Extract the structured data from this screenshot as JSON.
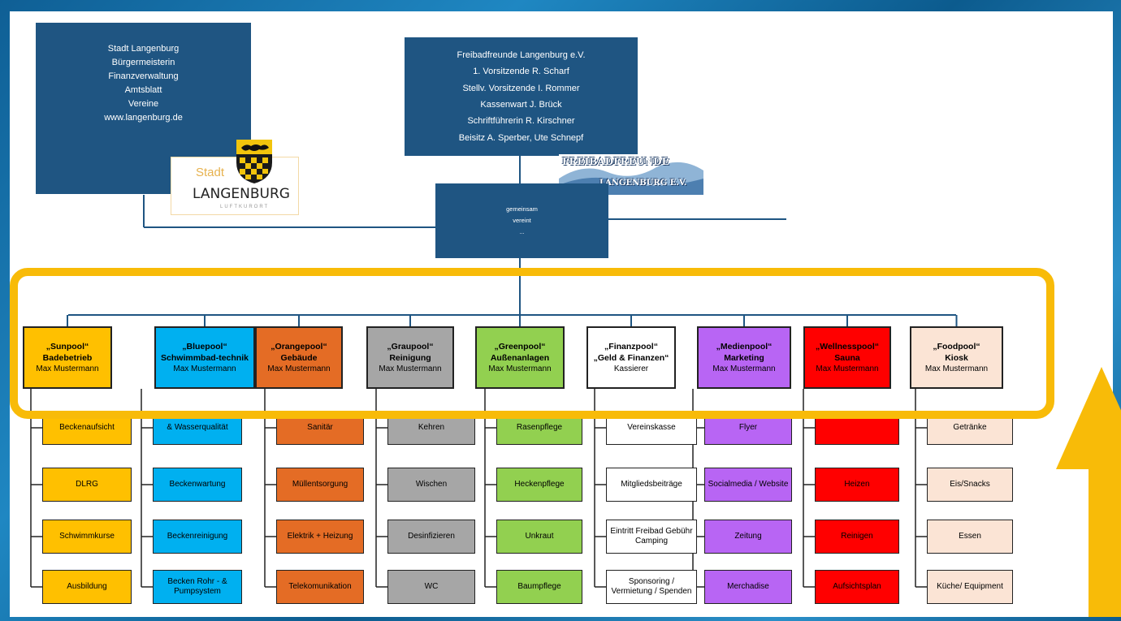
{
  "colors": {
    "canvas": "#ffffff",
    "top_box": "#1f5582",
    "highlight": "#f8bb08",
    "line": "#1f5582"
  },
  "city_box": {
    "lines": [
      "Stadt Langenburg",
      "Bürgermeisterin",
      "Finanzverwaltung",
      "Amtsblatt",
      "Vereine",
      "www.langenburg.de"
    ]
  },
  "city_logo": {
    "word1": "Stadt",
    "word2": "LANGENBURG",
    "word3": "LUFTKURORT"
  },
  "club_box": {
    "lines": [
      "Freibadfreunde Langenburg e.V.",
      "1. Vorsitzende R. Scharf",
      "Stellv. Vorsitzende I. Rommer",
      "Kassenwart J. Brück",
      "Schriftführerin R. Kirschner",
      "Beisitz A. Sperber, Ute Schnepf"
    ]
  },
  "club_logo": {
    "line1": "FREIBADFREUNDE",
    "line2": "LANGENBURG E.V."
  },
  "center_box": {
    "lines": [
      "gemeinsam",
      "vereint",
      "..."
    ]
  },
  "pools": [
    {
      "title": "„Sunpool“",
      "subtitle": "Badebetrieb",
      "person": "Max Mustermann",
      "color": "#ffc000",
      "text": "#000000",
      "tasks": [
        "Beckenaufsicht",
        "DLRG",
        "Schwimmkurse",
        "Ausbildung"
      ]
    },
    {
      "title": "„Bluepool“",
      "subtitle": "Schwimmbad-technik",
      "person": "Max Mustermann",
      "color": "#00b0f0",
      "text": "#000000",
      "tasks": [
        "& Wasserqualität",
        "Beckenwartung",
        "Beckenreinigung",
        "Becken Rohr - & Pumpsystem"
      ]
    },
    {
      "title": "„Orangepool“",
      "subtitle": "Gebäude",
      "person": "Max Mustermann",
      "color": "#e46c25",
      "text": "#000000",
      "tasks": [
        "Sanitär",
        "Müllentsorgung",
        "Elektrik + Heizung",
        "Telekomunikation"
      ]
    },
    {
      "title": "„Graupool“",
      "subtitle": "Reinigung",
      "person": "Max Mustermann",
      "color": "#a6a6a6",
      "text": "#000000",
      "tasks": [
        "Kehren",
        "Wischen",
        "Desinfizieren",
        "WC"
      ]
    },
    {
      "title": "„Greenpool“",
      "subtitle": "Außenanlagen",
      "person": "Max Mustermann",
      "color": "#92d050",
      "text": "#000000",
      "tasks": [
        "Rasenpflege",
        "Heckenpflege",
        "Unkraut",
        "Baumpflege"
      ]
    },
    {
      "title": "„Finanzpool“",
      "subtitle": "„Geld & Finanzen“",
      "person": "Kassierer",
      "color": "#ffffff",
      "text": "#000000",
      "tasks": [
        "Vereinskasse",
        "Mitgliedsbeiträge",
        "Eintritt Freibad Gebühr Camping",
        "Sponsoring / Vermietung / Spenden"
      ]
    },
    {
      "title": "„Medienpool“",
      "subtitle": "Marketing",
      "person": "Max Mustermann",
      "color": "#b865f4",
      "text": "#000000",
      "tasks": [
        "Flyer",
        "Socialmedia / Website",
        "Zeitung",
        "Merchadise"
      ]
    },
    {
      "title": "„Wellnesspool“",
      "subtitle": "Sauna",
      "person": "Max Mustermann",
      "color": "#ff0000",
      "text": "#000000",
      "tasks": [
        "",
        "Heizen",
        "Reinigen",
        "Aufsichtsplan"
      ]
    },
    {
      "title": "„Foodpool“",
      "subtitle": "Kiosk",
      "person": "Max Mustermann",
      "color": "#fbe4d5",
      "text": "#000000",
      "tasks": [
        "Getränke",
        "Eis/Snacks",
        "Essen",
        "Küche/ Equipment"
      ]
    }
  ]
}
